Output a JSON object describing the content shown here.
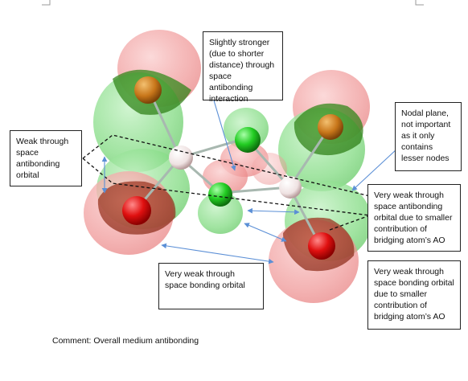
{
  "annotations": {
    "top": "Slightly stronger (due to shorter distance) through space antibonding interaction",
    "left": "Weak through space antibonding orbital",
    "nodal": "Nodal plane, not important as it only contains lesser nodes",
    "right_top": "Very weak through space antibonding orbital due to smaller contribution of bridging atom’s AO",
    "bottom_mid": "Very weak through space bonding orbital",
    "right_bottom": "Very weak through space bonding orbital due to smaller contribution of bridging atom’s AO"
  },
  "comment": "Comment: Overall medium antibonding",
  "colors": {
    "positive_lobe": "#7fd87f",
    "negative_lobe": "#f08a8a",
    "atom_orange": "#c8761a",
    "atom_red": "#e01010",
    "atom_green": "#22cc22",
    "atom_white": "#f2e8e8",
    "arrow": "#5b8fd6"
  }
}
